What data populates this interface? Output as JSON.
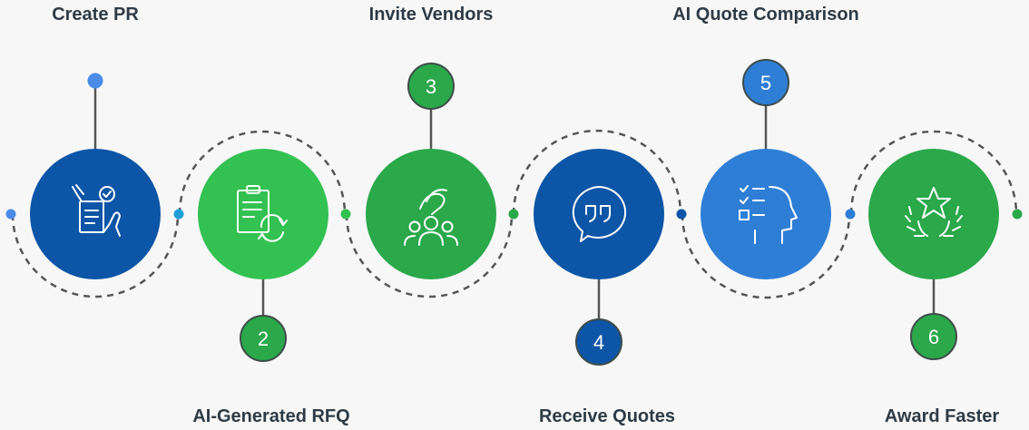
{
  "colors": {
    "background": "#f7f7f7",
    "dark_blue": "#0d55a6",
    "mid_blue": "#2f7ed6",
    "green": "#2ba84a",
    "light_green": "#33c152",
    "connector": "#555555",
    "title_text": "#2e3b46"
  },
  "steps": [
    {
      "number": "",
      "title": "Create PR",
      "color": "#0d55a6",
      "icon": "checklist-hand-icon",
      "badge_color": "#4a8be8"
    },
    {
      "number": "2",
      "title": "AI-Generated RFQ",
      "color": "#33c152",
      "icon": "clipboard-refresh-icon",
      "badge_color": "#2ba84a"
    },
    {
      "number": "3",
      "title": "Invite Vendors",
      "color": "#2ba84a",
      "icon": "vendors-group-icon",
      "badge_color": "#2ba84a"
    },
    {
      "number": "4",
      "title": "Receive Quotes",
      "color": "#0d55a6",
      "icon": "quote-bubble-icon",
      "badge_color": "#0d55a6"
    },
    {
      "number": "5",
      "title": "AI Quote Comparison",
      "color": "#2f7ed6",
      "icon": "ai-head-checklist-icon",
      "badge_color": "#2f7ed6"
    },
    {
      "number": "6",
      "title": "Award Faster",
      "color": "#2ba84a",
      "icon": "award-star-icon",
      "badge_color": "#2ba84a"
    }
  ]
}
